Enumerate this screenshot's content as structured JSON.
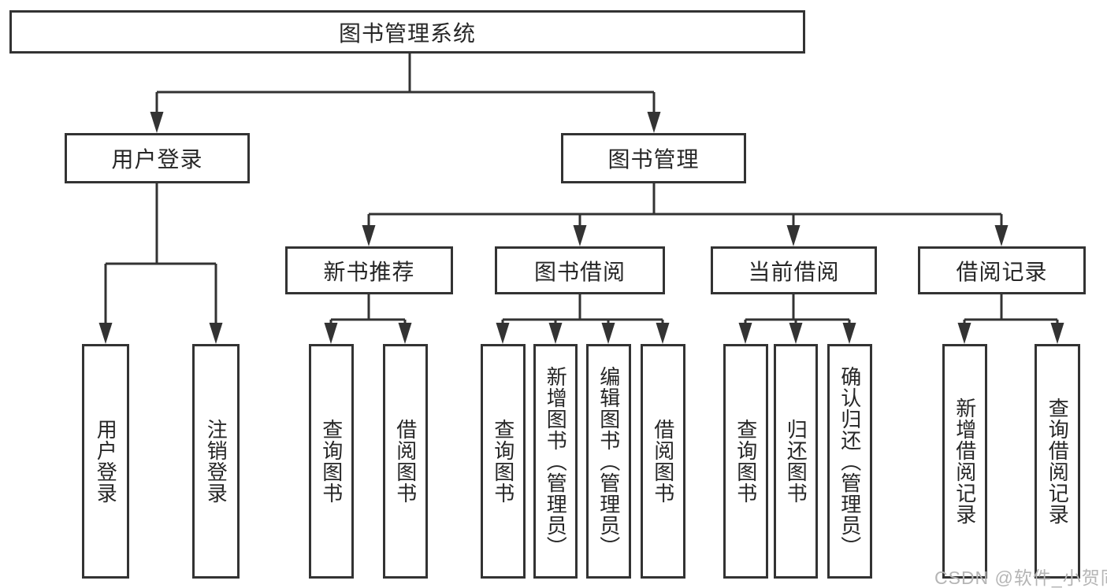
{
  "tree": {
    "label": "图书管理系统",
    "children": [
      {
        "label": "用户登录",
        "children": [
          {
            "label": "用户登录"
          },
          {
            "label": "注销登录"
          }
        ]
      },
      {
        "label": "图书管理",
        "children": [
          {
            "label": "新书推荐",
            "children": [
              {
                "label": "查询图书"
              },
              {
                "label": "借阅图书"
              }
            ]
          },
          {
            "label": "图书借阅",
            "children": [
              {
                "label": "查询图书"
              },
              {
                "label": "新增图书（管理员）"
              },
              {
                "label": "编辑图书（管理员）"
              },
              {
                "label": "借阅图书"
              }
            ]
          },
          {
            "label": "当前借阅",
            "children": [
              {
                "label": "查询图书"
              },
              {
                "label": "归还图书"
              },
              {
                "label": "确认归还（管理员）"
              }
            ]
          },
          {
            "label": "借阅记录",
            "children": [
              {
                "label": "新增借阅记录"
              },
              {
                "label": "查询借阅记录"
              }
            ]
          }
        ]
      }
    ]
  },
  "watermark": {
    "text": "CSDN @软件_小贺同学"
  },
  "colors": {
    "line": "#333333",
    "box_border": "#333333",
    "text": "#262626",
    "background": "#ffffff",
    "watermark_text": "#b5b5b5"
  }
}
